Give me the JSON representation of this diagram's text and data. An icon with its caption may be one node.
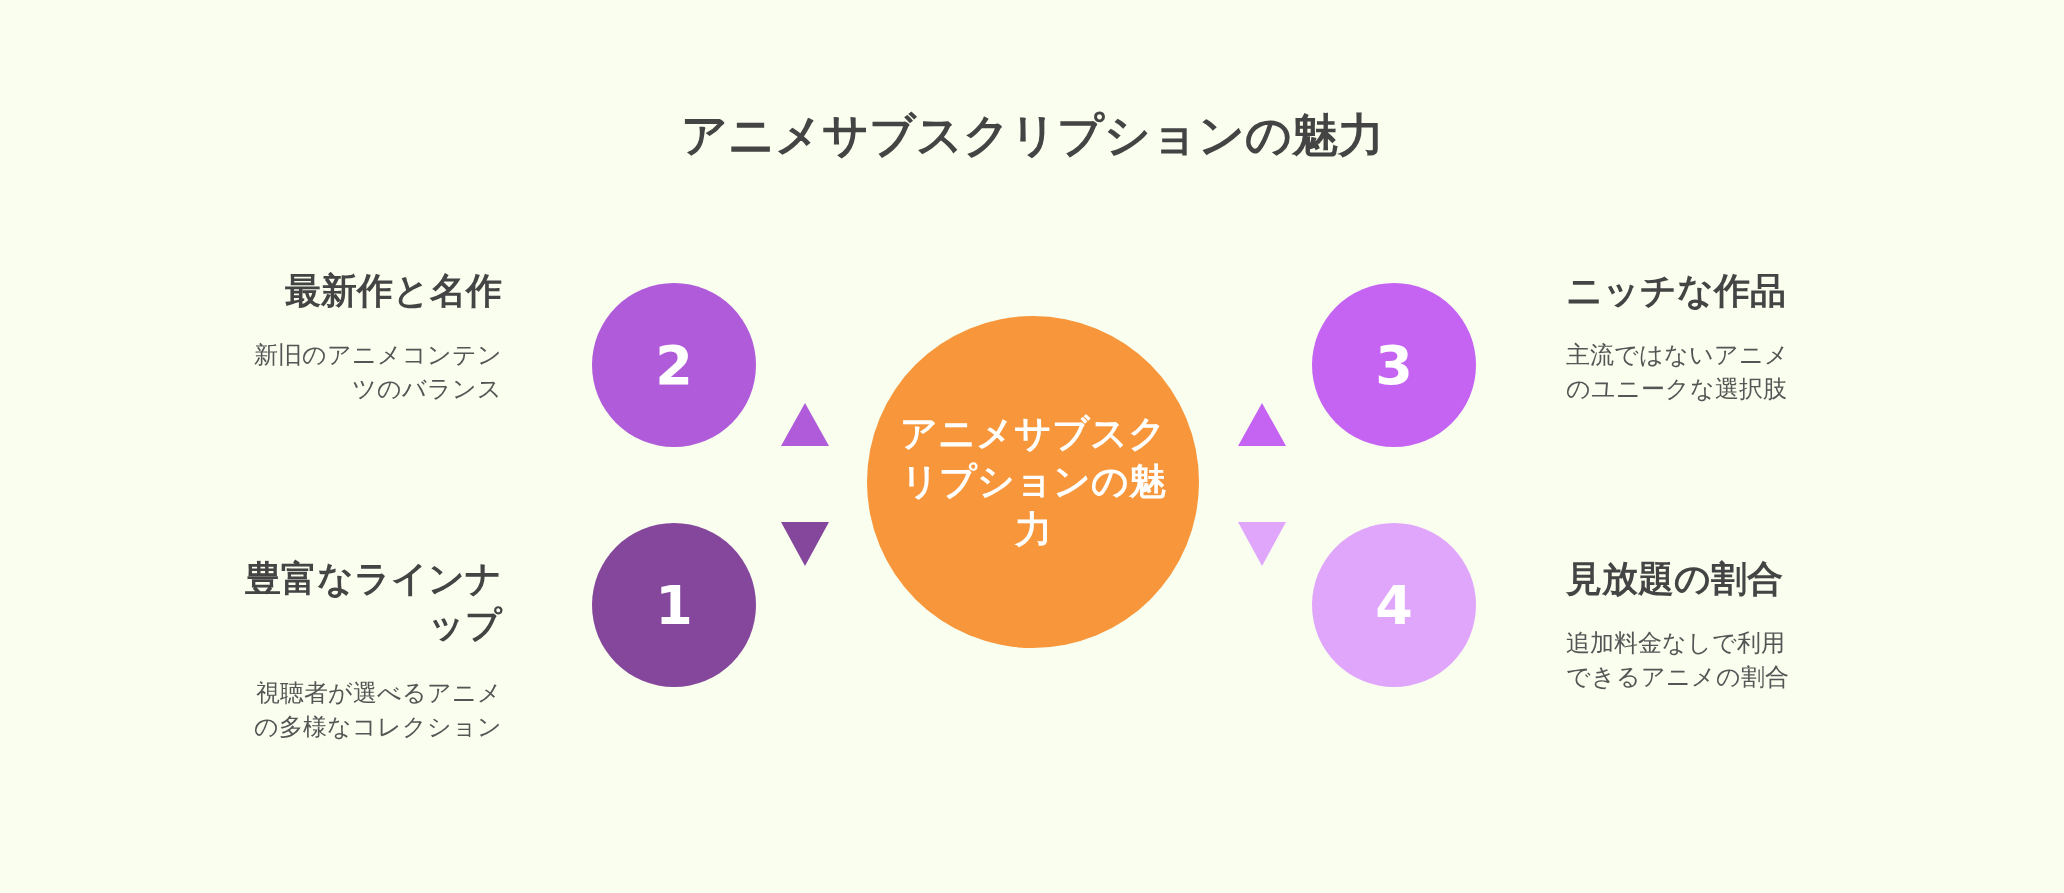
{
  "diagram": {
    "title": "アニメサブスクリプションの魅力",
    "nodes": [
      {
        "text": [
          "アニメサブスクリプションの魅力"
        ]
      },
      {
        "text": [
          "2"
        ],
        "beside": [
          "最新作と名作",
          "新旧のアニメコンテンツのバランス"
        ]
      },
      {
        "text": [
          "3"
        ],
        "beside": [
          "ニッチな作品",
          "主流ではないアニメのユニークな選択肢"
        ]
      },
      {
        "text": [
          "1"
        ],
        "beside": [
          "豊富なラインナップ",
          "視聴者が選べるアニメの多様なコレクション"
        ]
      },
      {
        "text": [
          "4"
        ],
        "beside": [
          "見放題の割合",
          "追加料金なしで利用できるアニメの割合"
        ]
      }
    ]
  }
}
